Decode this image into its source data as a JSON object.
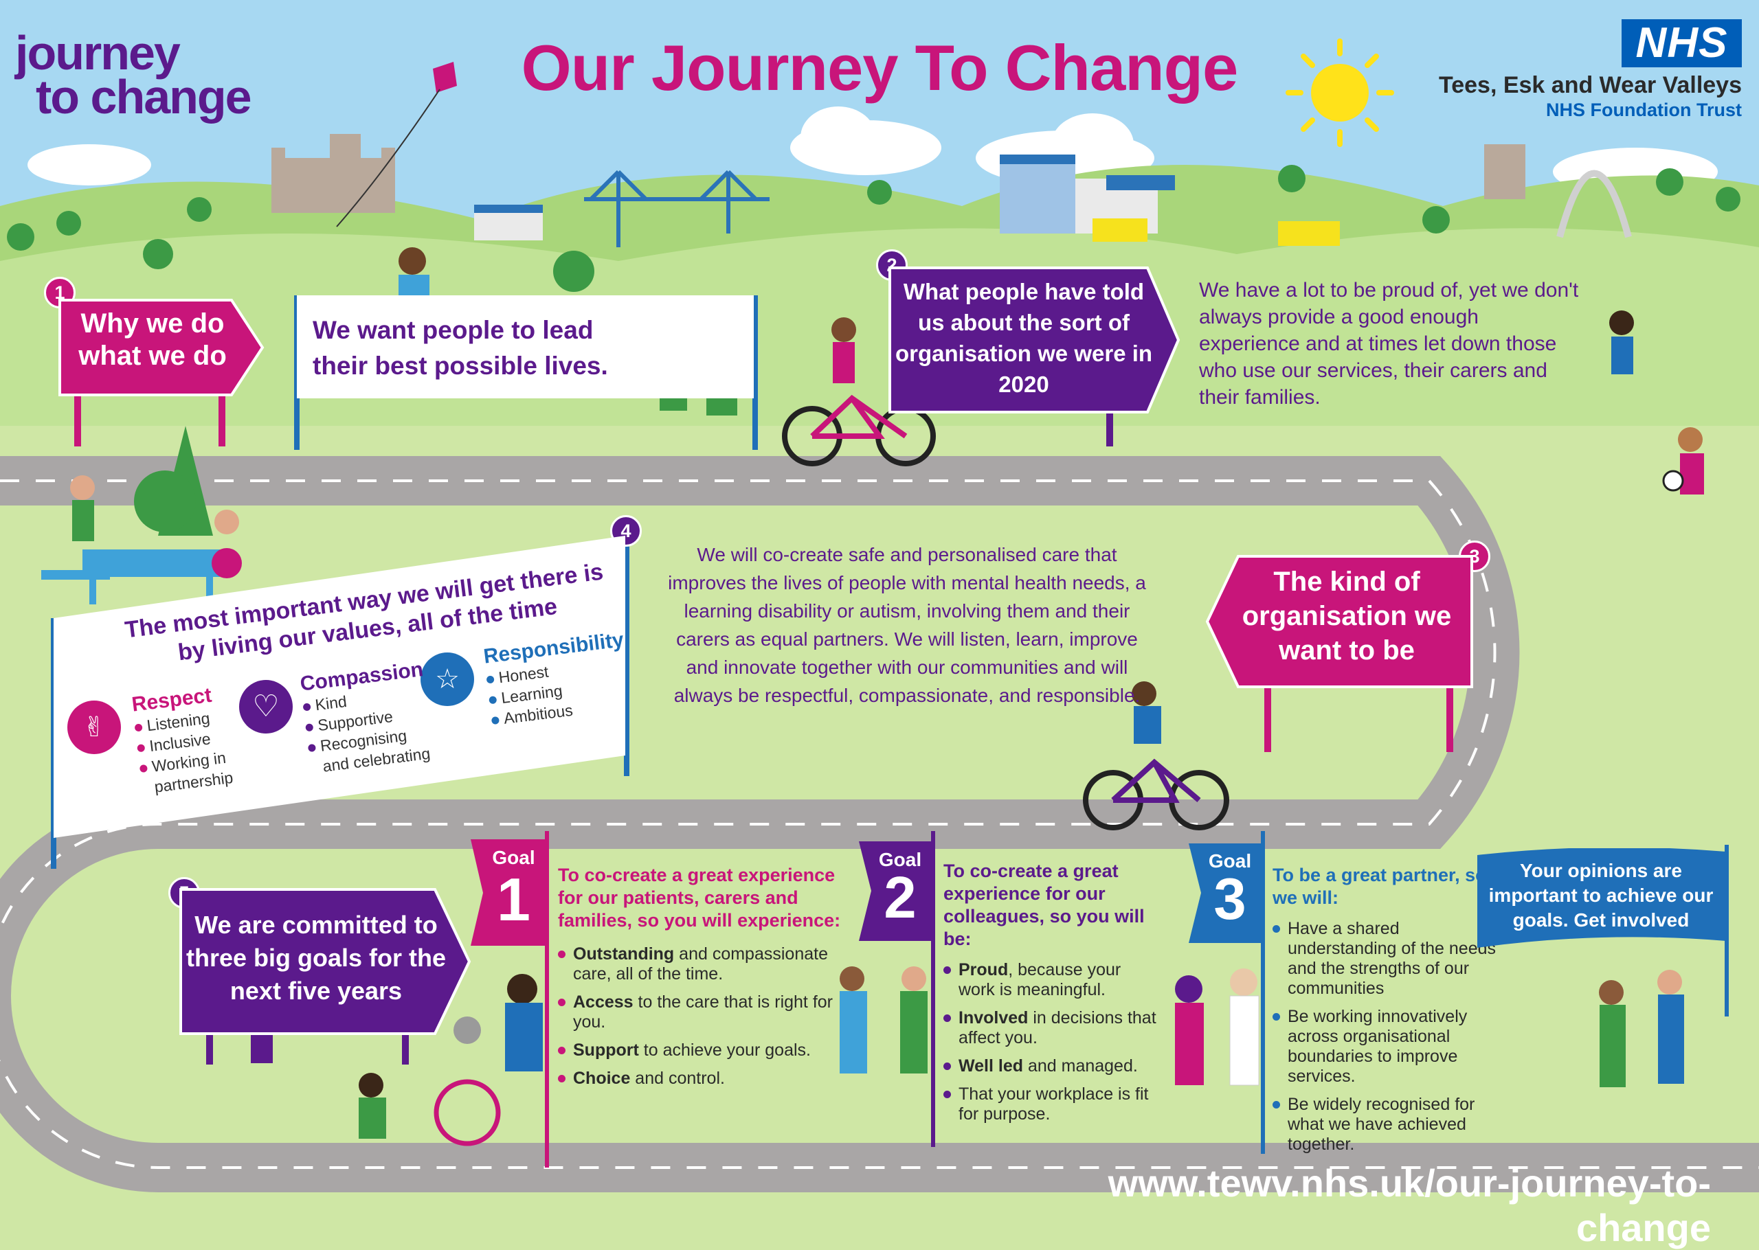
{
  "header": {
    "title": "Our Journey To Change",
    "logo_line1": "journey",
    "logo_line2": "to change",
    "nhs_logo": "NHS",
    "trust_name": "Tees, Esk and Wear Valleys",
    "trust_sub": "NHS Foundation Trust"
  },
  "step1": {
    "num": "1",
    "sign": "Why we do what we do",
    "banner": "We want people to lead their best possible lives."
  },
  "step2": {
    "num": "2",
    "sign": "What people have told us about the sort of organisation we were in 2020",
    "text": "We have a lot to be proud of, yet we don't always provide a good enough experience and at times let down those who use our services, their carers and their families."
  },
  "step3": {
    "num": "3",
    "sign": "The kind of organisation we want to be",
    "text": "We will co-create safe and personalised care that improves the lives of people with mental health needs, a learning disability or autism, involving them and their carers as equal partners. We will listen, learn, improve and innovate together with our communities and will always be respectful, compassionate, and responsible."
  },
  "step4": {
    "num": "4",
    "heading": "The most important way we will get there is by living our values, all of the time",
    "values": [
      {
        "name": "Respect",
        "items": [
          "Listening",
          "Inclusive",
          "Working in partnership"
        ],
        "color": "#c8157a"
      },
      {
        "name": "Compassion",
        "items": [
          "Kind",
          "Supportive",
          "Recognising and celebrating"
        ],
        "color": "#5b1a8c"
      },
      {
        "name": "Responsibility",
        "items": [
          "Honest",
          "Learning",
          "Ambitious"
        ],
        "color": "#1f6fb8"
      }
    ]
  },
  "step5": {
    "num": "5",
    "sign": "We are  committed to three big goals for the next five years"
  },
  "goals": [
    {
      "label": "Goal",
      "num": "1",
      "color": "#c8157a",
      "heading": "To co-create a great experience for our patients, carers and families, so you will experience:",
      "items": [
        {
          "bold": "Outstanding",
          "rest": " and compassionate care, all of the time."
        },
        {
          "bold": "Access",
          "rest": " to the care that is right for you."
        },
        {
          "bold": "Support",
          "rest": " to achieve your goals."
        },
        {
          "bold": "Choice",
          "rest": " and control."
        }
      ]
    },
    {
      "label": "Goal",
      "num": "2",
      "color": "#5b1a8c",
      "heading": "To co-create a great experience for our colleagues, so you will be:",
      "items": [
        {
          "bold": "Proud",
          "rest": ", because your work is meaningful."
        },
        {
          "bold": "Involved",
          "rest": " in decisions that affect you."
        },
        {
          "bold": "Well led",
          "rest": " and managed."
        },
        {
          "bold": "",
          "rest": "That your workplace is fit for purpose."
        }
      ]
    },
    {
      "label": "Goal",
      "num": "3",
      "color": "#1f6fb8",
      "heading": "To be a great partner, so we will:",
      "items": [
        {
          "bold": "",
          "rest": "Have a shared understanding of the needs and the strengths of our communities"
        },
        {
          "bold": "",
          "rest": "Be working innovatively across organisational boundaries to improve services."
        },
        {
          "bold": "",
          "rest": "Be widely recognised for what we have achieved together."
        }
      ]
    }
  ],
  "flag_text": "Your opinions are important to achieve our goals. Get involved",
  "url": "www.tewv.nhs.uk/our-journey-to-change",
  "colors": {
    "pink": "#c8157a",
    "purple": "#5b1a8c",
    "blue": "#1f6fb8",
    "nhs_blue": "#005eb8",
    "road": "#a9a6a6"
  }
}
